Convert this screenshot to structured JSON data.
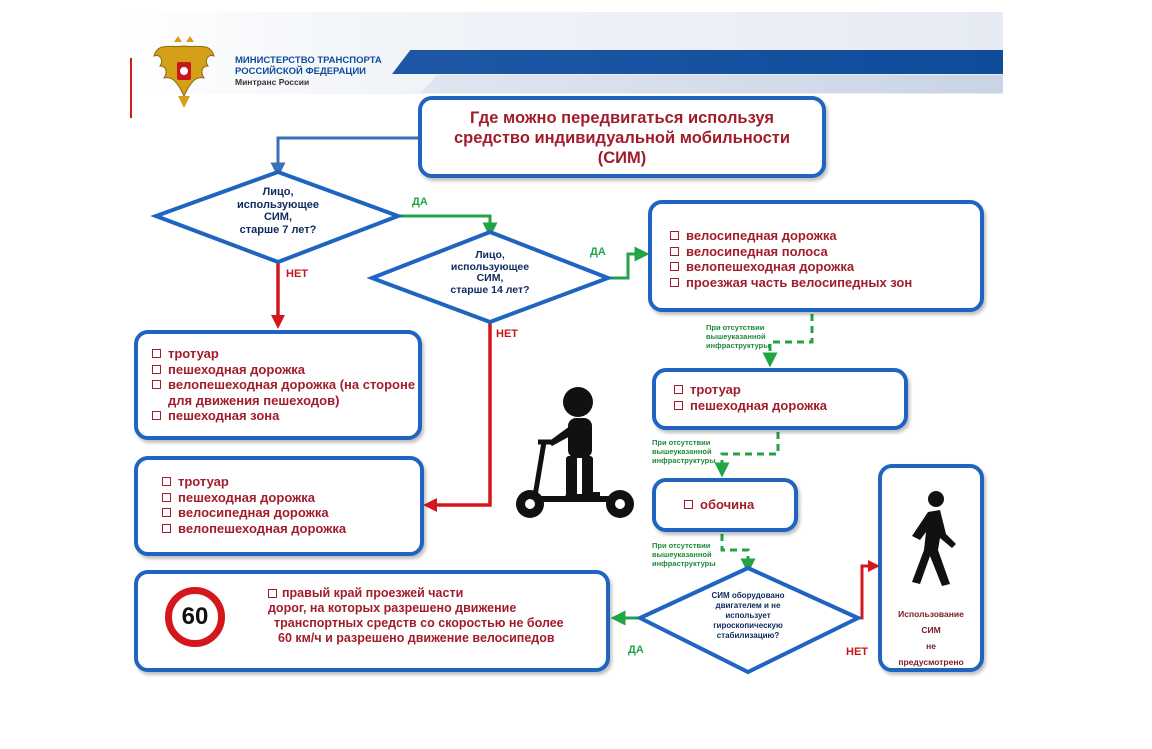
{
  "header": {
    "ministry_line1": "МИНИСТЕРСТВО ТРАНСПОРТА",
    "ministry_line2": "РОССИЙСКОЙ ФЕДЕРАЦИИ",
    "ministry_short": "Минтранс России"
  },
  "title": {
    "line1": "Где можно передвигаться используя",
    "line2": "средство индивидуальной мобильности",
    "line3": "(СИМ)"
  },
  "decision_age7": {
    "l1": "Лицо,",
    "l2": "использующее",
    "l3": "СИМ,",
    "l4": "старше 7 лет?"
  },
  "decision_age14": {
    "l1": "Лицо,",
    "l2": "использующее",
    "l3": "СИМ,",
    "l4": "старше 14 лет?"
  },
  "decision_motor": {
    "l1": "СИМ оборудовано",
    "l2": "двигателем и не",
    "l3": "использует",
    "l4": "гироскопическую",
    "l5": "стабилизацию?"
  },
  "labels": {
    "yes": "ДА",
    "no": "НЕТ"
  },
  "infrastructure_note": {
    "l1": "При отсутствии",
    "l2": "вышеуказанной",
    "l3": "инфраструктуры"
  },
  "box_under7": [
    "тротуар",
    "пешеходная дорожка",
    "велопешеходная дорожка (на стороне для движения пешеходов)",
    "пешеходная зона"
  ],
  "box_7to14": [
    "тротуар",
    "пешеходная дорожка",
    "велосипедная дорожка",
    "велопешеходная дорожка"
  ],
  "box_over14": [
    "велосипедная дорожка",
    "велосипедная полоса",
    "велопешеходная дорожка",
    "проезжая часть велосипедных зон"
  ],
  "box_sidewalk": [
    "тротуар",
    "пешеходная дорожка"
  ],
  "box_shoulder": [
    "обочина"
  ],
  "box_roadway": {
    "line1": "правый край проезжей части",
    "line2": "дорог, на которых разрешено движение",
    "line3": "транспортных средств со скоростью не более",
    "line4": "60 км/ч и разрешено движение велосипедов",
    "speed_sign": "60"
  },
  "box_forbidden": {
    "l1": "Использование",
    "l2": "СИМ",
    "l3": "не",
    "l4": "предусмотрено"
  },
  "icons": [
    "coat-of-arms",
    "scooter-rider-icon",
    "pedestrian-icon",
    "speed-limit-sign"
  ],
  "colors": {
    "box_border": "#1f64c0",
    "text_red": "#a21d2b",
    "arrow_red": "#d3171d",
    "arrow_green": "#22a446",
    "arrow_blue": "#3b6fb6"
  }
}
